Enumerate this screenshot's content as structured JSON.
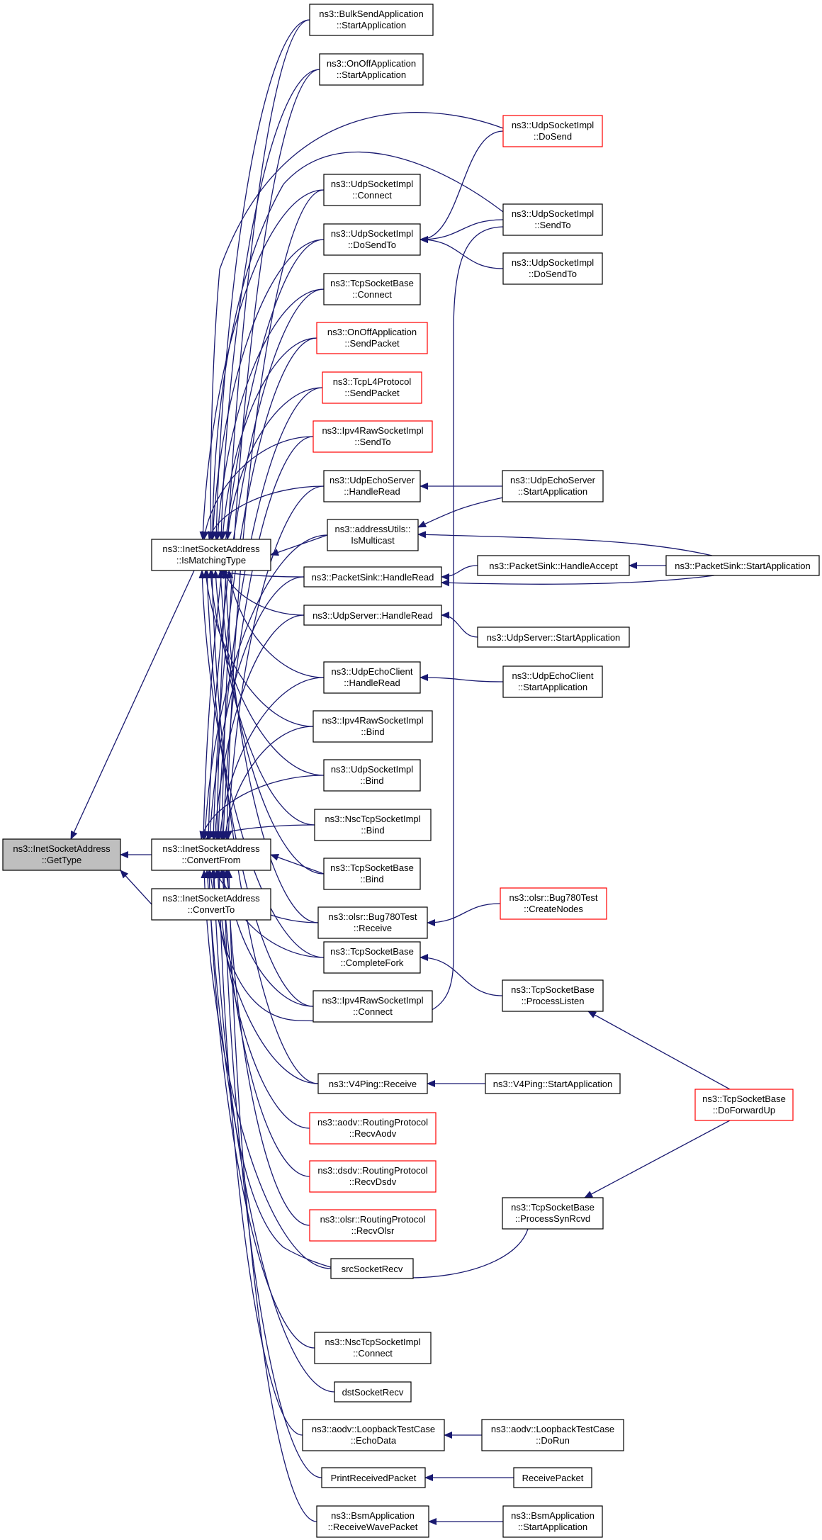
{
  "nodes": [
    {
      "id": "get_type",
      "lines": [
        "ns3::InetSocketAddress",
        "::GetType"
      ],
      "style": "root"
    },
    {
      "id": "is_matching_type",
      "lines": [
        "ns3::InetSocketAddress",
        "::IsMatchingType"
      ],
      "style": "normal"
    },
    {
      "id": "convert_from",
      "lines": [
        "ns3::InetSocketAddress",
        "::ConvertFrom"
      ],
      "style": "normal"
    },
    {
      "id": "convert_to",
      "lines": [
        "ns3::InetSocketAddress",
        "::ConvertTo"
      ],
      "style": "normal"
    },
    {
      "id": "bulk_send_start",
      "lines": [
        "ns3::BulkSendApplication",
        "::StartApplication"
      ],
      "style": "normal"
    },
    {
      "id": "onoff_start",
      "lines": [
        "ns3::OnOffApplication",
        "::StartApplication"
      ],
      "style": "normal"
    },
    {
      "id": "udp_impl_connect",
      "lines": [
        "ns3::UdpSocketImpl",
        "::Connect"
      ],
      "style": "normal"
    },
    {
      "id": "udp_impl_dosendto",
      "lines": [
        "ns3::UdpSocketImpl",
        "::DoSendTo"
      ],
      "style": "normal"
    },
    {
      "id": "tcp_base_connect",
      "lines": [
        "ns3::TcpSocketBase",
        "::Connect"
      ],
      "style": "normal"
    },
    {
      "id": "onoff_sendpacket",
      "lines": [
        "ns3::OnOffApplication",
        "::SendPacket"
      ],
      "style": "red"
    },
    {
      "id": "tcpl4_sendpacket",
      "lines": [
        "ns3::TcpL4Protocol",
        "::SendPacket"
      ],
      "style": "red"
    },
    {
      "id": "ipv4raw_sendto",
      "lines": [
        "ns3::Ipv4RawSocketImpl",
        "::SendTo"
      ],
      "style": "red"
    },
    {
      "id": "udpecho_server_handleread",
      "lines": [
        "ns3::UdpEchoServer",
        "::HandleRead"
      ],
      "style": "normal"
    },
    {
      "id": "address_utils_ismulticast",
      "lines": [
        "ns3::addressUtils::",
        "IsMulticast"
      ],
      "style": "normal"
    },
    {
      "id": "packetsink_handleread",
      "lines": [
        "ns3::PacketSink::HandleRead"
      ],
      "style": "normal"
    },
    {
      "id": "udpserver_handleread",
      "lines": [
        "ns3::UdpServer::HandleRead"
      ],
      "style": "normal"
    },
    {
      "id": "udpecho_client_handleread",
      "lines": [
        "ns3::UdpEchoClient",
        "::HandleRead"
      ],
      "style": "normal"
    },
    {
      "id": "ipv4raw_bind",
      "lines": [
        "ns3::Ipv4RawSocketImpl",
        "::Bind"
      ],
      "style": "normal"
    },
    {
      "id": "udp_impl_bind",
      "lines": [
        "ns3::UdpSocketImpl",
        "::Bind"
      ],
      "style": "normal"
    },
    {
      "id": "nsc_tcp_bind",
      "lines": [
        "ns3::NscTcpSocketImpl",
        "::Bind"
      ],
      "style": "normal"
    },
    {
      "id": "tcp_base_bind",
      "lines": [
        "ns3::TcpSocketBase",
        "::Bind"
      ],
      "style": "normal"
    },
    {
      "id": "olsr_bug780_receive",
      "lines": [
        "ns3::olsr::Bug780Test",
        "::Receive"
      ],
      "style": "normal"
    },
    {
      "id": "tcp_base_completefork",
      "lines": [
        "ns3::TcpSocketBase",
        "::CompleteFork"
      ],
      "style": "normal"
    },
    {
      "id": "ipv4raw_connect",
      "lines": [
        "ns3::Ipv4RawSocketImpl",
        "::Connect"
      ],
      "style": "normal"
    },
    {
      "id": "v4ping_receive",
      "lines": [
        "ns3::V4Ping::Receive"
      ],
      "style": "normal"
    },
    {
      "id": "aodv_recvaodv",
      "lines": [
        "ns3::aodv::RoutingProtocol",
        "::RecvAodv"
      ],
      "style": "red"
    },
    {
      "id": "dsdv_recvdsdv",
      "lines": [
        "ns3::dsdv::RoutingProtocol",
        "::RecvDsdv"
      ],
      "style": "red"
    },
    {
      "id": "olsr_recvolsr",
      "lines": [
        "ns3::olsr::RoutingProtocol",
        "::RecvOlsr"
      ],
      "style": "red"
    },
    {
      "id": "src_socket_recv",
      "lines": [
        "srcSocketRecv"
      ],
      "style": "normal"
    },
    {
      "id": "nsc_tcp_connect",
      "lines": [
        "ns3::NscTcpSocketImpl",
        "::Connect"
      ],
      "style": "normal"
    },
    {
      "id": "dst_socket_recv",
      "lines": [
        "dstSocketRecv"
      ],
      "style": "normal"
    },
    {
      "id": "aodv_loopback_echodata",
      "lines": [
        "ns3::aodv::LoopbackTestCase",
        "::EchoData"
      ],
      "style": "normal"
    },
    {
      "id": "print_received_packet",
      "lines": [
        "PrintReceivedPacket"
      ],
      "style": "normal"
    },
    {
      "id": "bsm_receivewavepacket",
      "lines": [
        "ns3::BsmApplication",
        "::ReceiveWavePacket"
      ],
      "style": "normal"
    },
    {
      "id": "udp_impl_dosend",
      "lines": [
        "ns3::UdpSocketImpl",
        "::DoSend"
      ],
      "style": "red"
    },
    {
      "id": "udp_impl_sendto",
      "lines": [
        "ns3::UdpSocketImpl",
        "::SendTo"
      ],
      "style": "normal"
    },
    {
      "id": "udp_impl_dosendto2",
      "lines": [
        "ns3::UdpSocketImpl",
        "::DoSendTo"
      ],
      "style": "normal"
    },
    {
      "id": "udpecho_server_start",
      "lines": [
        "ns3::UdpEchoServer",
        "::StartApplication"
      ],
      "style": "normal"
    },
    {
      "id": "packetsink_handleaccept",
      "lines": [
        "ns3::PacketSink::HandleAccept"
      ],
      "style": "normal"
    },
    {
      "id": "udpserver_start",
      "lines": [
        "ns3::UdpServer::StartApplication"
      ],
      "style": "normal"
    },
    {
      "id": "udpecho_client_start",
      "lines": [
        "ns3::UdpEchoClient",
        "::StartApplication"
      ],
      "style": "normal"
    },
    {
      "id": "olsr_bug780_createnodes",
      "lines": [
        "ns3::olsr::Bug780Test",
        "::CreateNodes"
      ],
      "style": "red"
    },
    {
      "id": "tcp_base_processlisten",
      "lines": [
        "ns3::TcpSocketBase",
        "::ProcessListen"
      ],
      "style": "normal"
    },
    {
      "id": "v4ping_start",
      "lines": [
        "ns3::V4Ping::StartApplication"
      ],
      "style": "normal"
    },
    {
      "id": "tcp_base_processsynrcvd",
      "lines": [
        "ns3::TcpSocketBase",
        "::ProcessSynRcvd"
      ],
      "style": "normal"
    },
    {
      "id": "aodv_loopback_dorun",
      "lines": [
        "ns3::aodv::LoopbackTestCase",
        "::DoRun"
      ],
      "style": "normal"
    },
    {
      "id": "receive_packet",
      "lines": [
        "ReceivePacket"
      ],
      "style": "normal"
    },
    {
      "id": "bsm_start",
      "lines": [
        "ns3::BsmApplication",
        "::StartApplication"
      ],
      "style": "normal"
    },
    {
      "id": "packetsink_start",
      "lines": [
        "ns3::PacketSink::StartApplication"
      ],
      "style": "normal"
    },
    {
      "id": "tcp_base_doforwardup",
      "lines": [
        "ns3::TcpSocketBase",
        "::DoForwardUp"
      ],
      "style": "red"
    }
  ],
  "edges": [
    {
      "from": "is_matching_type",
      "to": "get_type"
    },
    {
      "from": "convert_from",
      "to": "get_type"
    },
    {
      "from": "convert_to",
      "to": "get_type"
    },
    {
      "from": "bulk_send_start",
      "to": "is_matching_type"
    },
    {
      "from": "onoff_start",
      "to": "is_matching_type"
    },
    {
      "from": "udp_impl_dosend",
      "to": "is_matching_type"
    },
    {
      "from": "udp_impl_connect",
      "to": "is_matching_type"
    },
    {
      "from": "udp_impl_sendto",
      "to": "is_matching_type"
    },
    {
      "from": "udp_impl_dosendto",
      "to": "is_matching_type"
    },
    {
      "from": "tcp_base_connect",
      "to": "is_matching_type"
    },
    {
      "from": "onoff_sendpacket",
      "to": "is_matching_type"
    },
    {
      "from": "tcpl4_sendpacket",
      "to": "is_matching_type"
    },
    {
      "from": "ipv4raw_sendto",
      "to": "is_matching_type"
    },
    {
      "from": "udpecho_server_handleread",
      "to": "is_matching_type"
    },
    {
      "from": "address_utils_ismulticast",
      "to": "is_matching_type"
    },
    {
      "from": "packetsink_handleread",
      "to": "is_matching_type"
    },
    {
      "from": "udpserver_handleread",
      "to": "is_matching_type"
    },
    {
      "from": "udpecho_client_handleread",
      "to": "is_matching_type"
    },
    {
      "from": "ipv4raw_bind",
      "to": "is_matching_type"
    },
    {
      "from": "udp_impl_bind",
      "to": "is_matching_type"
    },
    {
      "from": "nsc_tcp_bind",
      "to": "is_matching_type"
    },
    {
      "from": "tcp_base_bind",
      "to": "is_matching_type"
    },
    {
      "from": "olsr_bug780_receive",
      "to": "is_matching_type"
    },
    {
      "from": "tcp_base_completefork",
      "to": "is_matching_type"
    },
    {
      "from": "ipv4raw_connect",
      "to": "is_matching_type"
    },
    {
      "from": "v4ping_receive",
      "to": "is_matching_type"
    },
    {
      "from": "bulk_send_start",
      "to": "convert_from"
    },
    {
      "from": "onoff_start",
      "to": "convert_from"
    },
    {
      "from": "udp_impl_connect",
      "to": "convert_from"
    },
    {
      "from": "udp_impl_dosendto",
      "to": "convert_from"
    },
    {
      "from": "tcp_base_connect",
      "to": "convert_from"
    },
    {
      "from": "onoff_sendpacket",
      "to": "convert_from"
    },
    {
      "from": "tcpl4_sendpacket",
      "to": "convert_from"
    },
    {
      "from": "ipv4raw_sendto",
      "to": "convert_from"
    },
    {
      "from": "udpecho_server_handleread",
      "to": "convert_from"
    },
    {
      "from": "address_utils_ismulticast",
      "to": "convert_from"
    },
    {
      "from": "packetsink_handleread",
      "to": "convert_from"
    },
    {
      "from": "udpserver_handleread",
      "to": "convert_from"
    },
    {
      "from": "udpecho_client_handleread",
      "to": "convert_from"
    },
    {
      "from": "ipv4raw_bind",
      "to": "convert_from"
    },
    {
      "from": "udp_impl_bind",
      "to": "convert_from"
    },
    {
      "from": "nsc_tcp_bind",
      "to": "convert_from"
    },
    {
      "from": "tcp_base_bind",
      "to": "convert_from"
    },
    {
      "from": "olsr_bug780_receive",
      "to": "convert_from"
    },
    {
      "from": "tcp_base_completefork",
      "to": "convert_from"
    },
    {
      "from": "ipv4raw_connect",
      "to": "convert_from"
    },
    {
      "from": "udp_impl_sendto",
      "to": "convert_from"
    },
    {
      "from": "tcp_base_processsynrcvd",
      "to": "convert_from"
    },
    {
      "from": "v4ping_receive",
      "to": "convert_from"
    },
    {
      "from": "aodv_recvaodv",
      "to": "convert_from"
    },
    {
      "from": "dsdv_recvdsdv",
      "to": "convert_from"
    },
    {
      "from": "olsr_recvolsr",
      "to": "convert_from"
    },
    {
      "from": "src_socket_recv",
      "to": "convert_from"
    },
    {
      "from": "nsc_tcp_connect",
      "to": "convert_from"
    },
    {
      "from": "dst_socket_recv",
      "to": "convert_from"
    },
    {
      "from": "aodv_loopback_echodata",
      "to": "convert_from"
    },
    {
      "from": "print_received_packet",
      "to": "convert_from"
    },
    {
      "from": "bsm_receivewavepacket",
      "to": "convert_from"
    },
    {
      "from": "udp_impl_dosend",
      "to": "udp_impl_dosendto"
    },
    {
      "from": "udp_impl_sendto",
      "to": "udp_impl_dosendto"
    },
    {
      "from": "udp_impl_dosendto2",
      "to": "udp_impl_dosendto"
    },
    {
      "from": "udpecho_server_start",
      "to": "udpecho_server_handleread"
    },
    {
      "from": "udpecho_server_start",
      "to": "address_utils_ismulticast"
    },
    {
      "from": "packetsink_start",
      "to": "address_utils_ismulticast"
    },
    {
      "from": "packetsink_handleaccept",
      "to": "packetsink_handleread"
    },
    {
      "from": "packetsink_start",
      "to": "packetsink_handleread"
    },
    {
      "from": "packetsink_start",
      "to": "packetsink_handleaccept"
    },
    {
      "from": "udpserver_start",
      "to": "udpserver_handleread"
    },
    {
      "from": "udpecho_client_start",
      "to": "udpecho_client_handleread"
    },
    {
      "from": "olsr_bug780_createnodes",
      "to": "olsr_bug780_receive"
    },
    {
      "from": "tcp_base_processlisten",
      "to": "tcp_base_completefork"
    },
    {
      "from": "tcp_base_doforwardup",
      "to": "tcp_base_processlisten"
    },
    {
      "from": "tcp_base_doforwardup",
      "to": "tcp_base_processsynrcvd"
    },
    {
      "from": "v4ping_start",
      "to": "v4ping_receive"
    },
    {
      "from": "aodv_loopback_dorun",
      "to": "aodv_loopback_echodata"
    },
    {
      "from": "receive_packet",
      "to": "print_received_packet"
    },
    {
      "from": "bsm_start",
      "to": "bsm_receivewavepacket"
    }
  ],
  "colors": {
    "edge": "#191970",
    "border": "#000000",
    "red_border": "#ff0000",
    "root_fill": "#bfbfbf"
  }
}
